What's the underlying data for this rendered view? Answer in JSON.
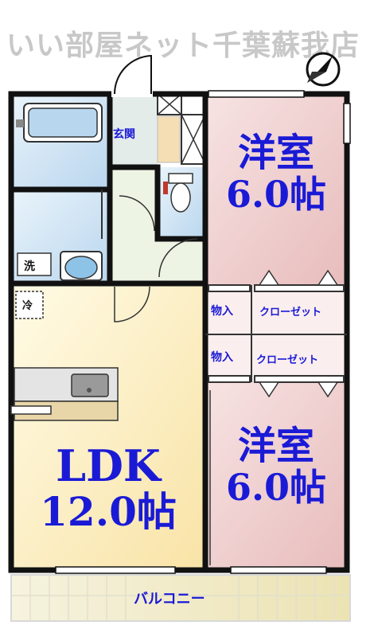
{
  "watermark": "いい部屋ネット千葉蘇我店",
  "rooms": {
    "western_top": {
      "name": "洋室",
      "size": "6.0帖"
    },
    "western_bottom": {
      "name": "洋室",
      "size": "6.0帖"
    },
    "ldk": {
      "name": "LDK",
      "size": "12.0帖"
    }
  },
  "labels": {
    "entrance": "玄関",
    "washroom": "洗",
    "fridge": "冷",
    "storage_1": "物入",
    "storage_2": "物入",
    "closet_1": "クローゼット",
    "closet_2": "クローゼット",
    "balcony": "バルコニー"
  },
  "colors": {
    "wall": "#111111",
    "western_room": "#f3d5d5",
    "ldk": "#fdf3c8",
    "wet_area": "#d6e8f6",
    "entrance_floor": "#eaf2df",
    "label_text": "#1a1ad6",
    "watermark": "#c8c8c8"
  },
  "icons": [
    "compass-icon",
    "bathtub-icon",
    "toilet-icon",
    "washbasin-icon",
    "kitchen-sink-icon"
  ]
}
